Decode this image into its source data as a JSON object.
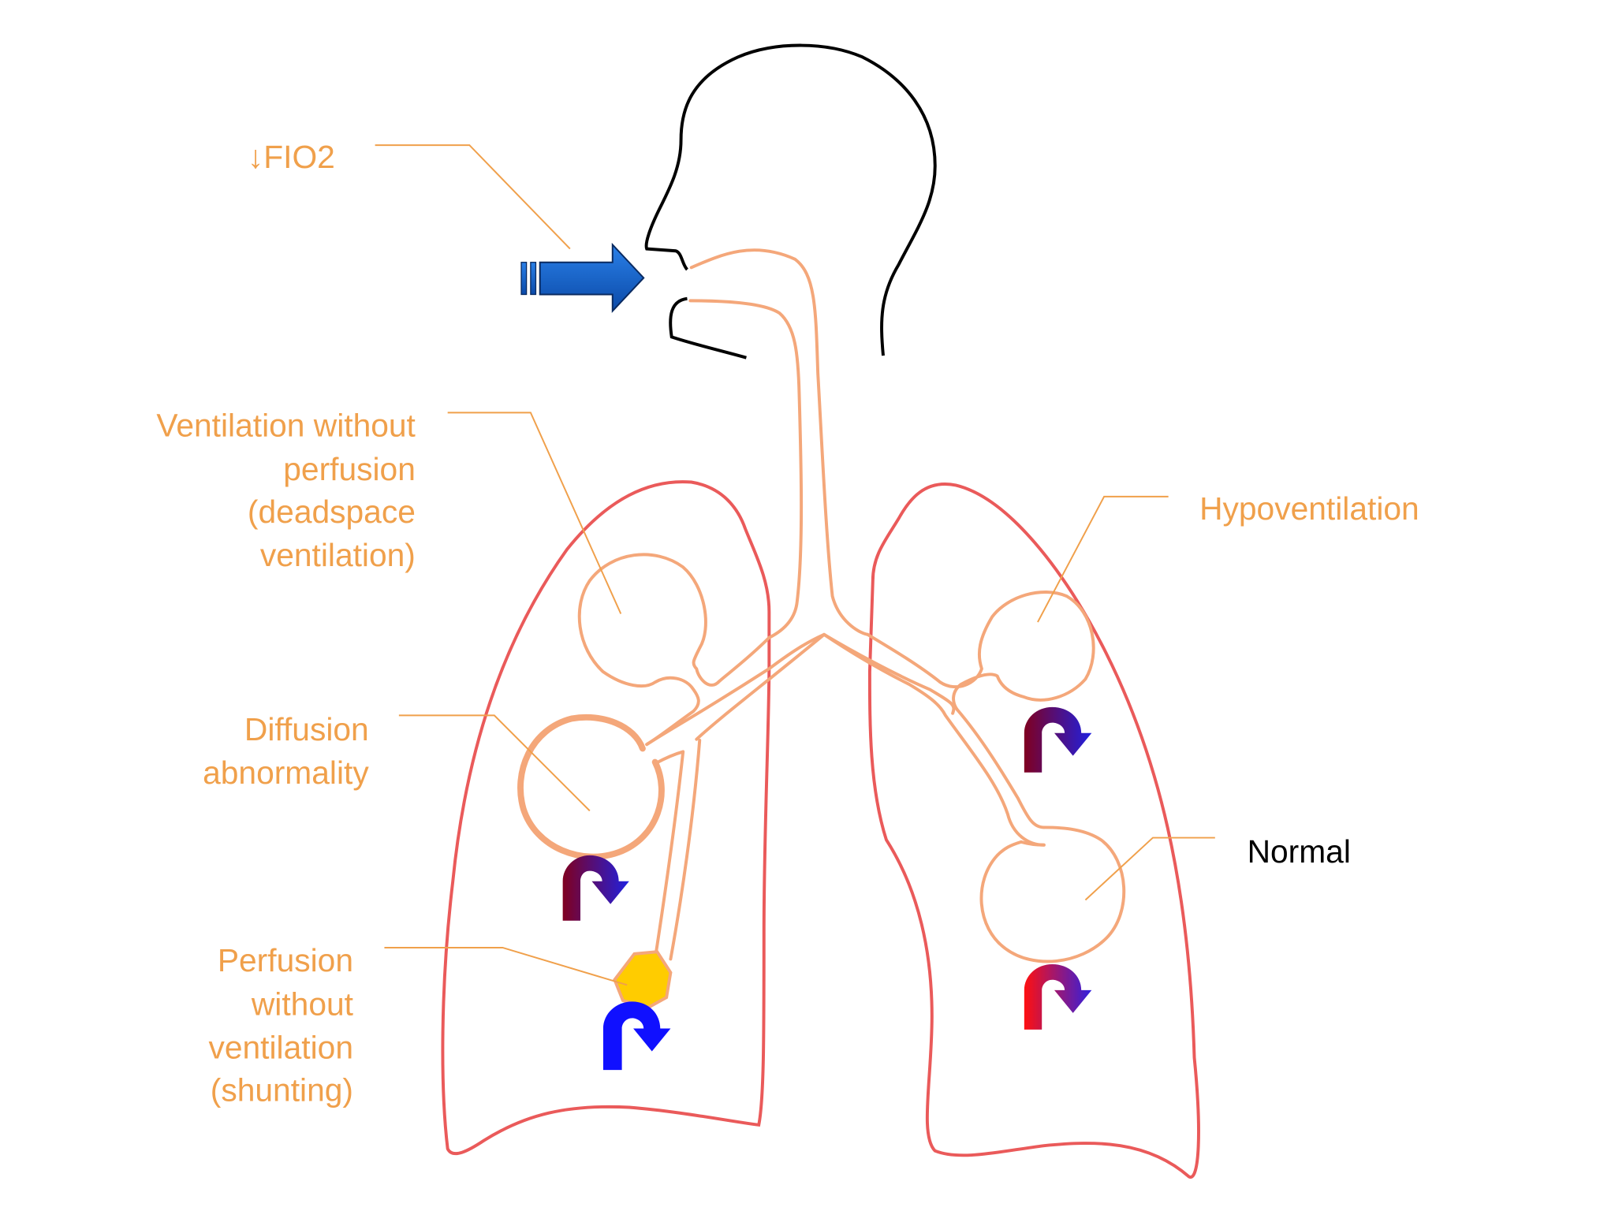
{
  "colors": {
    "label": "#f0a04b",
    "label_normal": "#000000",
    "leader_line": "#f0a04b",
    "head_outline": "#000000",
    "airway": "#f4a77a",
    "lung_outline": "#ea5a5a",
    "inflow_arrow": "#1560c8",
    "shunt_obstruction": "#ffcc00",
    "blood_deoxygenated": "#1010ff",
    "blood_oxygenated": "#ff1010",
    "blood_mixed": "#800030"
  },
  "labels": {
    "fio2": "↓FIO2",
    "deadspace_line1": "Ventilation without",
    "deadspace_line2": "perfusion",
    "deadspace_line3": "(deadspace",
    "deadspace_line4": "ventilation)",
    "diffusion_line1": "Diffusion",
    "diffusion_line2": "abnormality",
    "shunt_line1": "Perfusion",
    "shunt_line2": "without",
    "shunt_line3": "ventilation",
    "shunt_line4": "(shunting)",
    "hypoventilation": "Hypoventilation",
    "normal": "Normal"
  },
  "icons": {
    "inflow": "right-arrow-icon",
    "blood_flow": "u-turn-arrow-icon"
  }
}
